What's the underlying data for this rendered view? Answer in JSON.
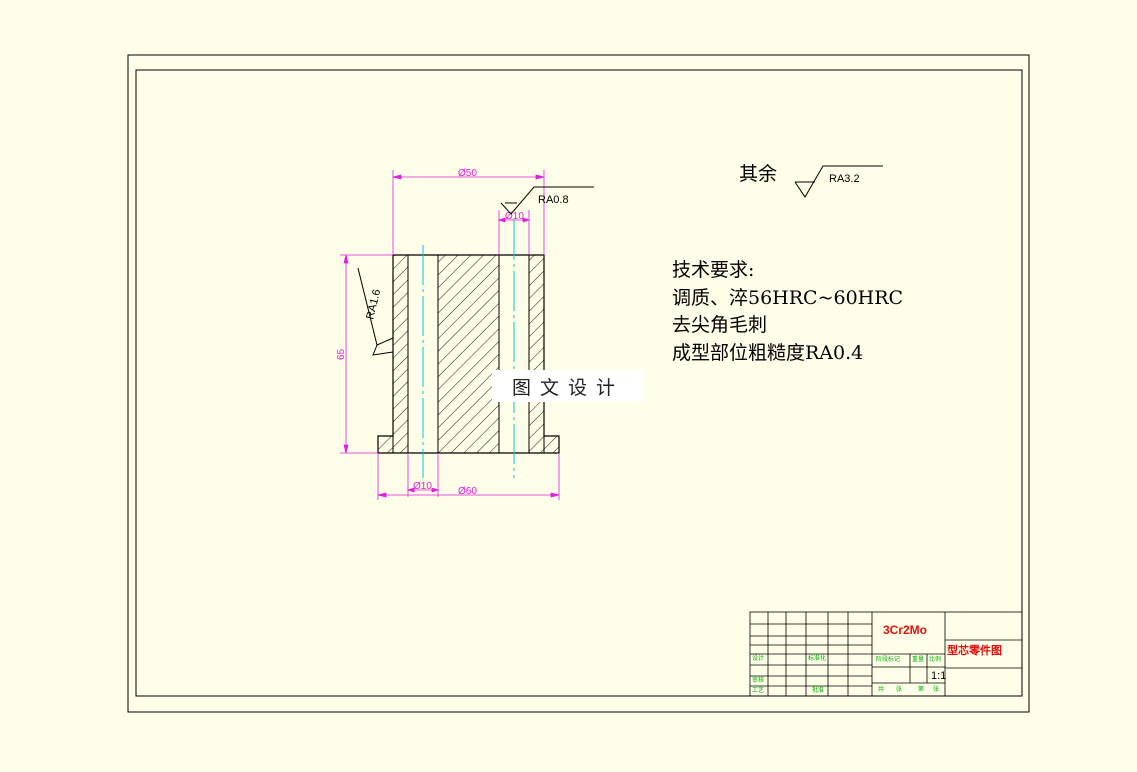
{
  "drawing": {
    "dimensions": {
      "top_outer_dia": "Ø50",
      "inner_dia_top": "Ø10",
      "inner_dia_bottom": "Ø10",
      "flange_dia": "Ø60",
      "height": "65"
    },
    "roughness": {
      "top": "RA0.8",
      "side": "RA1.6",
      "other": "RA3.2"
    },
    "other_label": "其余"
  },
  "requirements": {
    "title": "技术要求:",
    "lines": [
      "调质、淬56HRC~60HRC",
      "去尖角毛刺",
      "成型部位粗糙度RA0.4"
    ]
  },
  "watermark": "图文设计",
  "title_block": {
    "material": "3Cr2Mo",
    "part_name": "型芯零件图",
    "scale": "1:1",
    "labels": {
      "design": "设计",
      "standard": "标准化",
      "review": "审核",
      "process": "工艺",
      "approve": "批准",
      "stage_mark": "阶段标记",
      "weight": "重量",
      "ratio": "比例",
      "total": "共",
      "sheet": "张",
      "page": "第",
      "page_unit": "张"
    }
  },
  "colors": {
    "dimension": "#e020e0",
    "centerline": "#00c8d8",
    "outline": "#000000",
    "title_red": "#e01010",
    "title_green": "#00b000"
  }
}
